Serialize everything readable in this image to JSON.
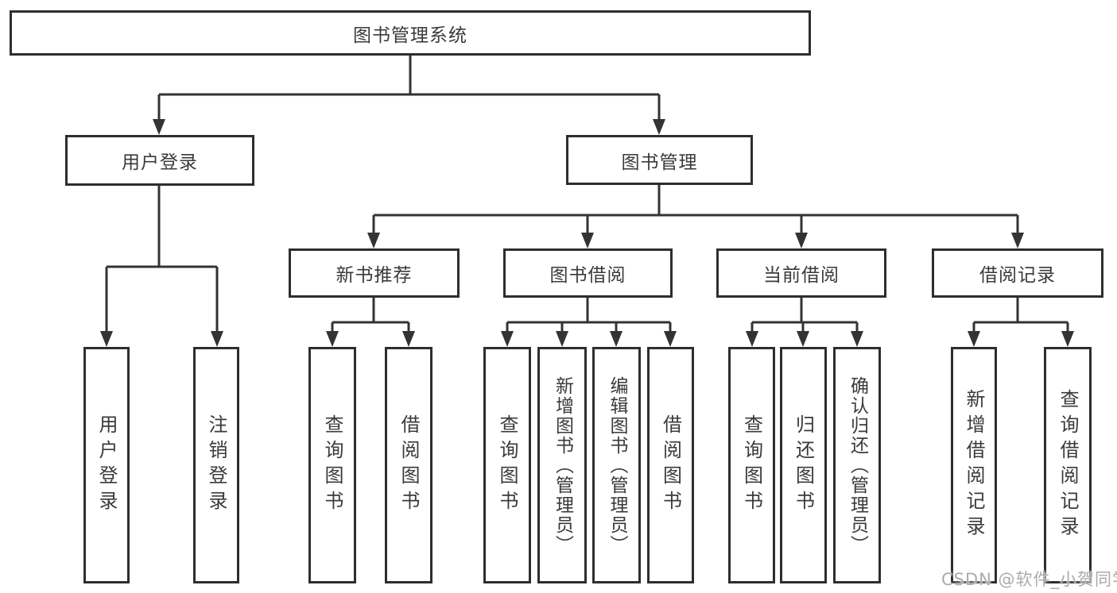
{
  "title": "图书管理系统",
  "watermark": "CSDN @软件_小贺同学",
  "colors": {
    "line": "#333333",
    "box_border": "#2e2e2e",
    "box_fill": "#ffffff",
    "text": "#3a3a3a",
    "watermark": "#ababab",
    "background": "#ffffff"
  },
  "tree": {
    "root": "图书管理系统",
    "level2": [
      {
        "label": "用户登录",
        "children": [
          {
            "label": "用户登录"
          },
          {
            "label": "注销登录"
          }
        ]
      },
      {
        "label": "图书管理",
        "children": [
          {
            "label": "新书推荐",
            "children": [
              {
                "label": "查询图书"
              },
              {
                "label": "借阅图书"
              }
            ]
          },
          {
            "label": "图书借阅",
            "children": [
              {
                "label": "查询图书"
              },
              {
                "label": "新增图书（管理员）"
              },
              {
                "label": "编辑图书（管理员）"
              },
              {
                "label": "借阅图书"
              }
            ]
          },
          {
            "label": "当前借阅",
            "children": [
              {
                "label": "查询图书"
              },
              {
                "label": "归还图书"
              },
              {
                "label": "确认归还（管理员）"
              }
            ]
          },
          {
            "label": "借阅记录",
            "children": [
              {
                "label": "新增借阅记录"
              },
              {
                "label": "查询借阅记录"
              }
            ]
          }
        ]
      }
    ]
  }
}
